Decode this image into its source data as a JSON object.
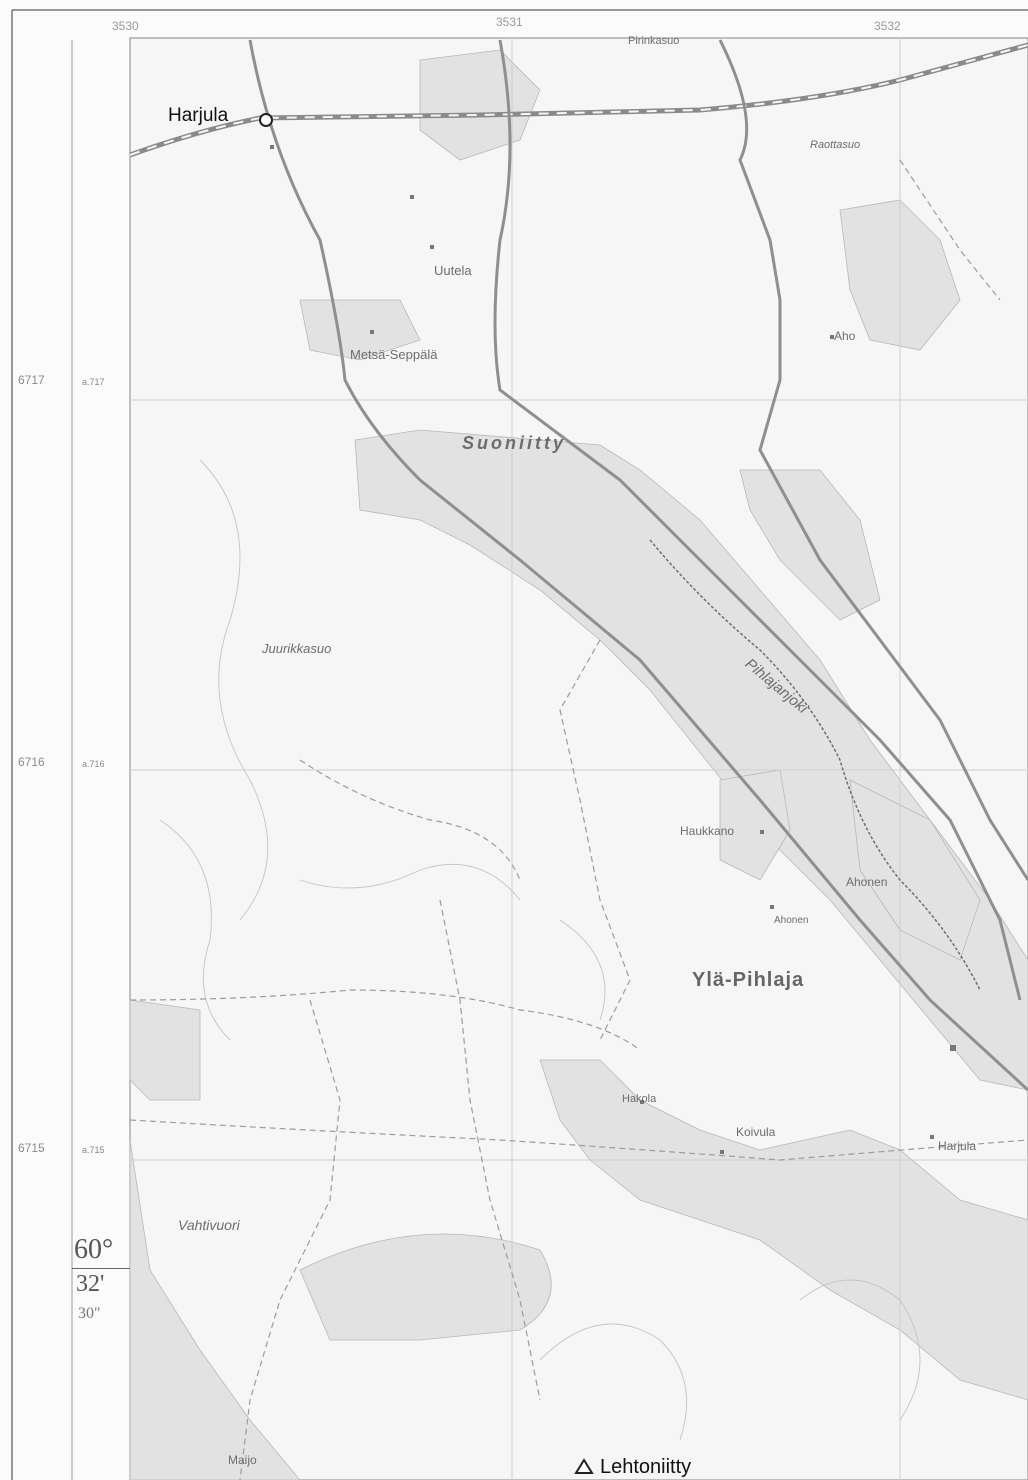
{
  "map": {
    "grid_top_labels": [
      "3530",
      "3531",
      "3532"
    ],
    "grid_left_labels": [
      "6717",
      "6716",
      "6715"
    ],
    "grid_left_sublabels": [
      "a.717",
      "a.716",
      "a.715"
    ],
    "latitude": {
      "degrees": "60°",
      "minutes": "32'",
      "seconds": "30\""
    },
    "places": {
      "harjula_nw": "Harjula",
      "raottasuo": "Raottasuo",
      "uutela": "Uutela",
      "metsa_seppala": "Metsä-Seppälä",
      "aho": "Aho",
      "suoniitty": "Suoniitty",
      "pihlajanjoki": "Pihlajanjoki",
      "juurikkasuo": "Juurikkasuo",
      "haukkano": "Haukkano",
      "ahonen": "Ahonen",
      "ahonen2": "Ahonen",
      "yla_pihlaja": "Ylä-Pihlaja",
      "koivula": "Koivula",
      "harjula_se": "Harjula",
      "vahtivuori": "Vahtivuori",
      "lehtoniitty": "Lehtoniitty",
      "hakola": "Hakola",
      "maijo": "Maijo",
      "top_place": "Pirinkasuo"
    },
    "icons": {
      "harjula_point": "station-circle-icon",
      "lehtoniitty_point": "triangulation-triangle-icon"
    },
    "colors": {
      "field": "#e3e3e3",
      "road": "#8f8f8f",
      "grid": "#c9c9c9"
    }
  }
}
